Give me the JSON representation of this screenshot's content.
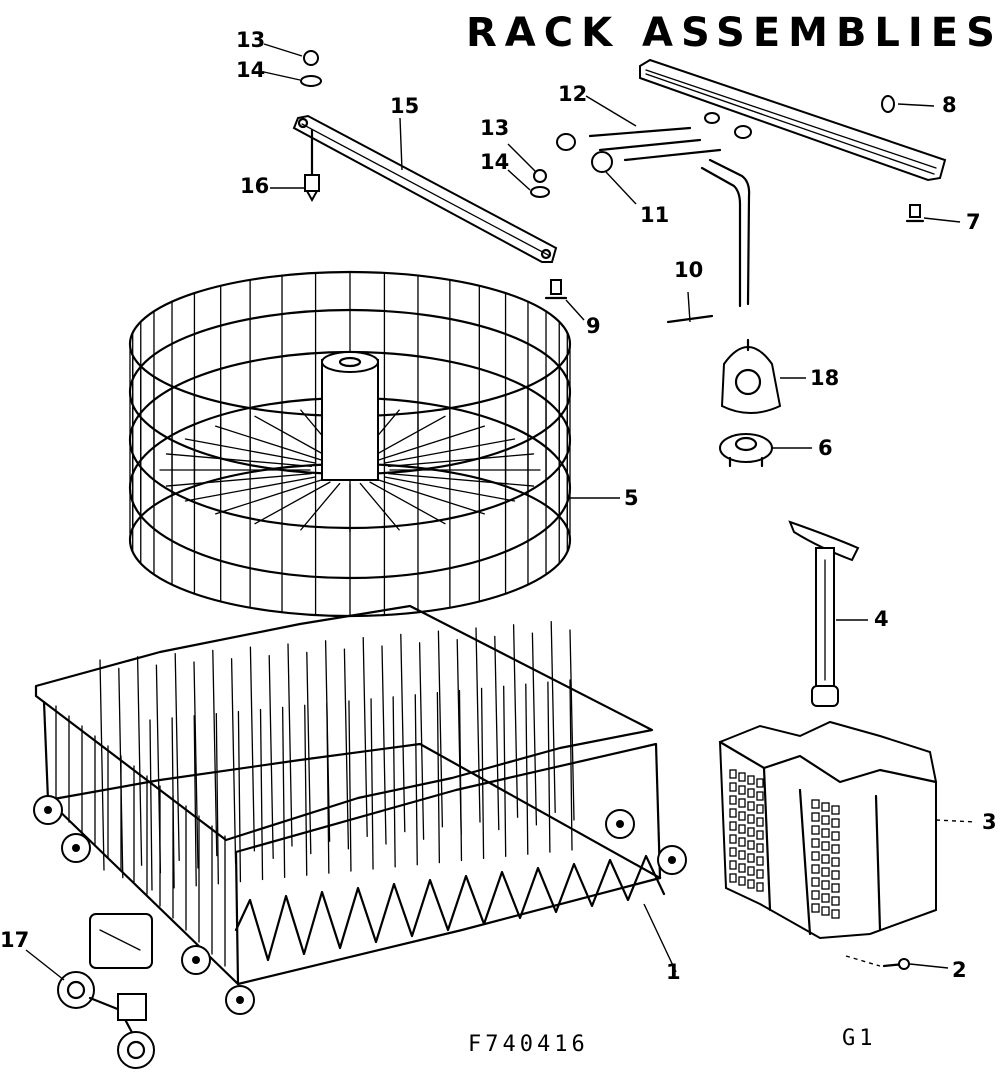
{
  "title": "RACK ASSEMBLIES",
  "drawing_number": "F740416",
  "page_code": "G1",
  "callouts": [
    "1",
    "2",
    "3",
    "4",
    "5",
    "6",
    "7",
    "8",
    "9",
    "10",
    "11",
    "12",
    "13",
    "14",
    "13",
    "14",
    "15",
    "16",
    "17",
    "18"
  ],
  "parts": [
    "lower-rack",
    "screw",
    "silverware-basket",
    "tube",
    "upper-rack",
    "wash-arm-hub",
    "screw",
    "cap",
    "bolt",
    "pin",
    "ball",
    "spray-arm",
    "nut",
    "washer",
    "nut",
    "washer",
    "track-rail",
    "stud",
    "roller-assembly",
    "manifold"
  ]
}
